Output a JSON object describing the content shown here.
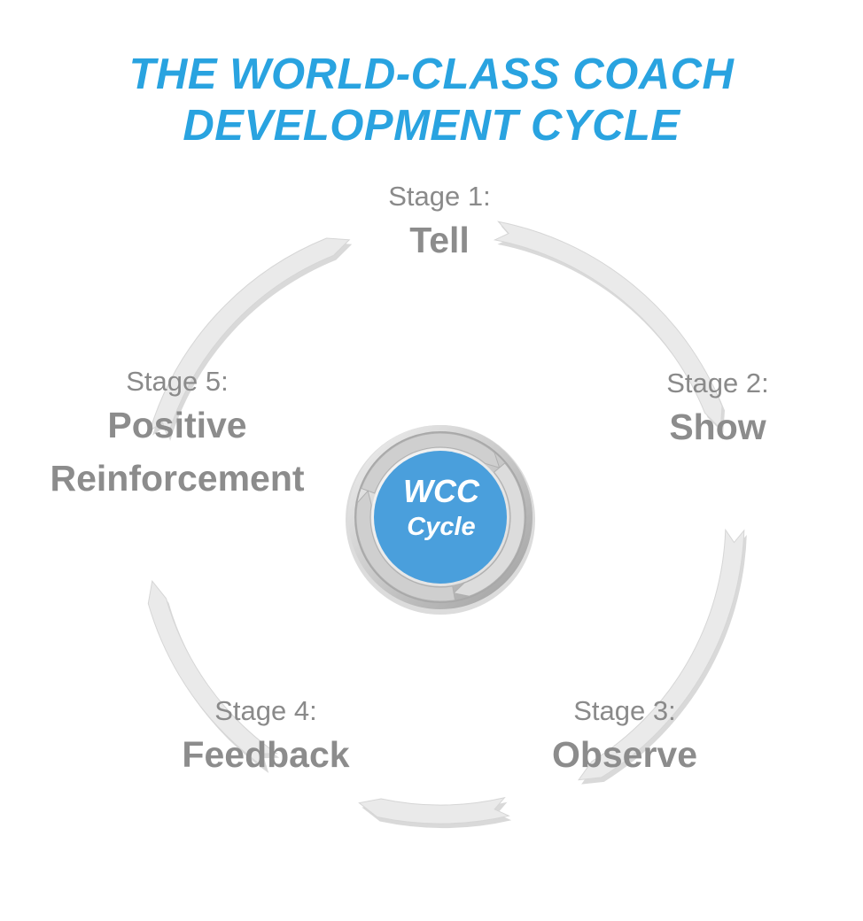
{
  "title": {
    "line1": "THE WORLD-CLASS COACH",
    "line2": "DEVELOPMENT CYCLE"
  },
  "stages": [
    {
      "number": "Stage 1:",
      "name": "Tell"
    },
    {
      "number": "Stage 2:",
      "name": "Show"
    },
    {
      "number": "Stage 3:",
      "name": "Observe"
    },
    {
      "number": "Stage 4:",
      "name": "Feedback"
    },
    {
      "number": "Stage 5:",
      "name": "Positive Reinforcement"
    }
  ],
  "center": {
    "line1": "WCC",
    "line2": "Cycle"
  },
  "colors": {
    "title": "#29a3e0",
    "stage_number": "#8a8a8a",
    "stage_name": "#8c8c8c",
    "arrow_fill": "#eaeaea",
    "arrow_shadow": "#b9b9b9",
    "center_fill": "#4a9fdc",
    "center_ring": "#c8c8c8"
  }
}
